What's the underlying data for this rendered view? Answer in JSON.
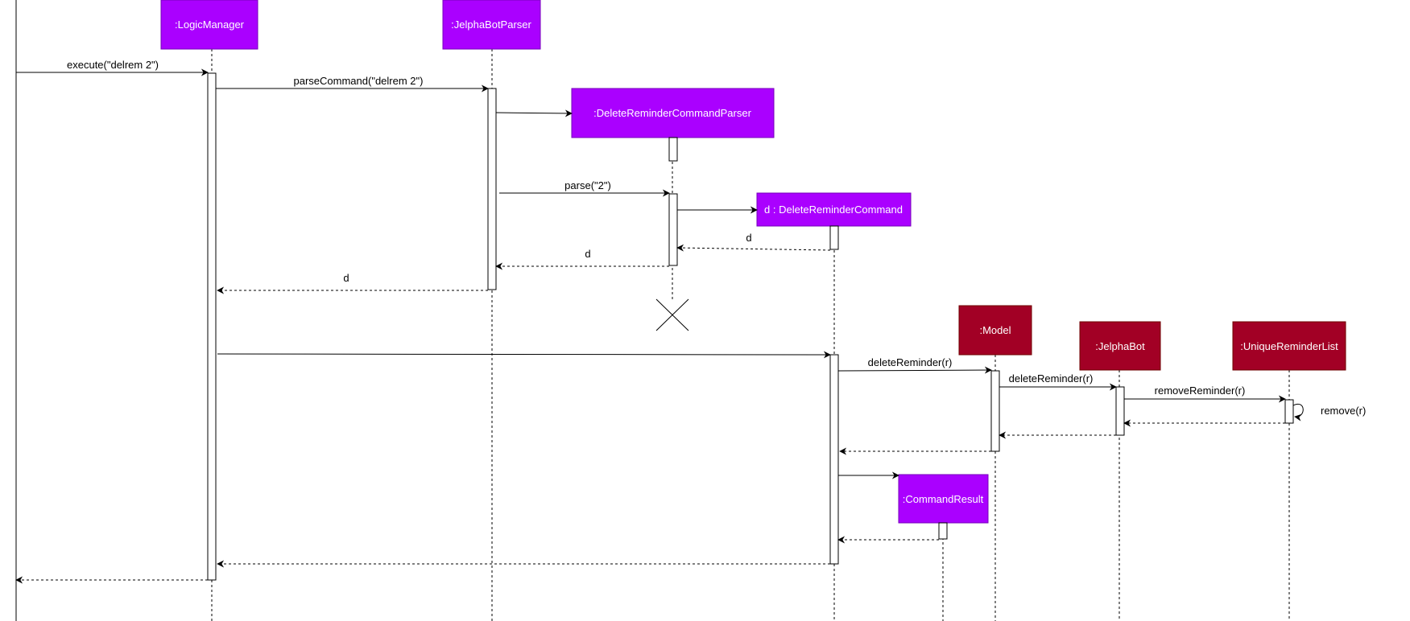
{
  "diagram": {
    "colors": {
      "logic_participant": "#aa00ff",
      "model_participant": "#a20025",
      "line": "#000000",
      "box_text": "#ffffff"
    },
    "participants": {
      "logic_manager": ":LogicManager",
      "jelphabot_parser": ":JelphaBotParser",
      "delete_reminder_command_parser": ":DeleteReminderCommandParser",
      "delete_reminder_command": "d : DeleteReminderCommand",
      "model": ":Model",
      "jelphabot": ":JelphaBot",
      "unique_reminder_list": ":UniqueReminderList",
      "command_result": ":CommandResult"
    },
    "messages": {
      "execute": "execute(\"delrem 2\")",
      "parse_command": "parseCommand(\"delrem 2\")",
      "parse": "parse(\"2\")",
      "return_d_command": "d",
      "return_d_parser": "d",
      "return_d_jelphabot_parser": "d",
      "delete_reminder_model": "deleteReminder(r)",
      "delete_reminder_jelphabot": "deleteReminder(r)",
      "remove_reminder": "removeReminder(r)",
      "remove": "remove(r)"
    }
  }
}
